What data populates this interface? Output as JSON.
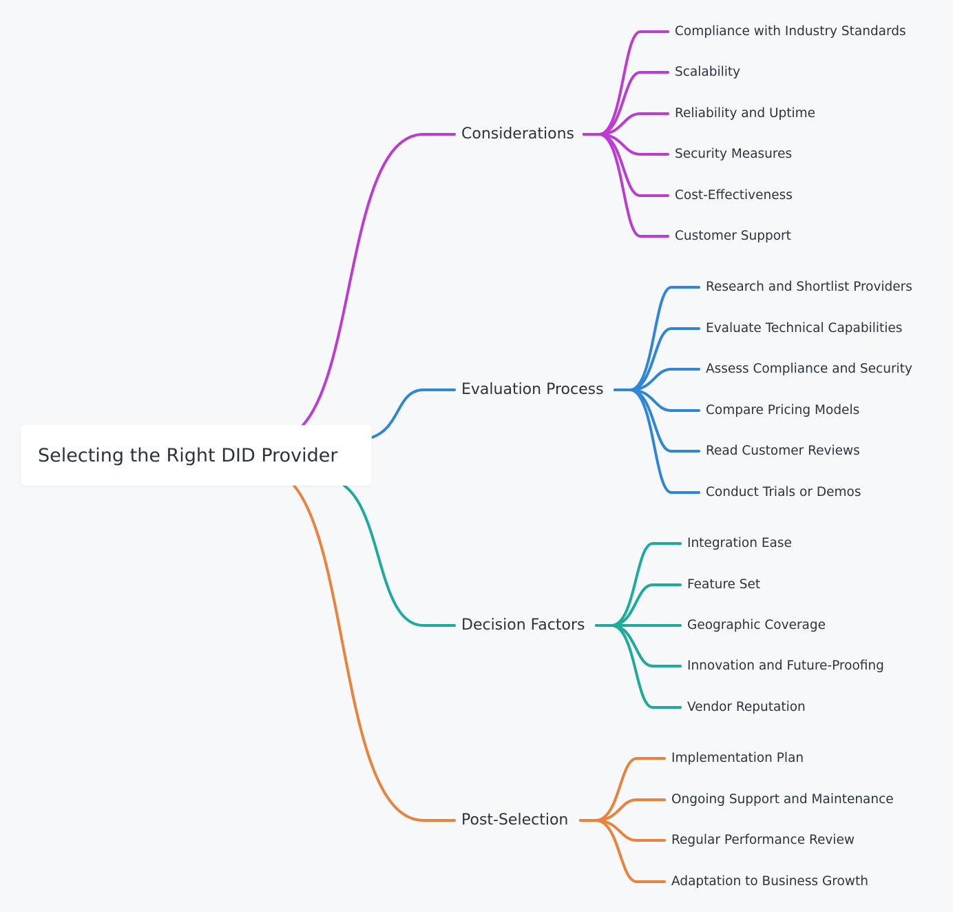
{
  "root": {
    "title": "Selecting the Right DID Provider"
  },
  "branches": [
    {
      "label": "Considerations",
      "color": "#bb3ccf",
      "children": [
        "Compliance with Industry Standards",
        "Scalability",
        "Reliability and Uptime",
        "Security Measures",
        "Cost-Effectiveness",
        "Customer Support"
      ]
    },
    {
      "label": "Evaluation Process",
      "color": "#2f86d6",
      "children": [
        "Research and Shortlist Providers",
        "Evaluate Technical Capabilities",
        "Assess Compliance and Security",
        "Compare Pricing Models",
        "Read Customer Reviews",
        "Conduct Trials or Demos"
      ]
    },
    {
      "label": "Decision Factors",
      "color": "#1fab9c",
      "children": [
        "Integration Ease",
        "Feature Set",
        "Geographic Coverage",
        "Innovation and Future-Proofing",
        "Vendor Reputation"
      ]
    },
    {
      "label": "Post-Selection",
      "color": "#e8823c",
      "children": [
        "Implementation Plan",
        "Ongoing Support and Maintenance",
        "Regular Performance Review",
        "Adaptation to Business Growth"
      ]
    }
  ]
}
